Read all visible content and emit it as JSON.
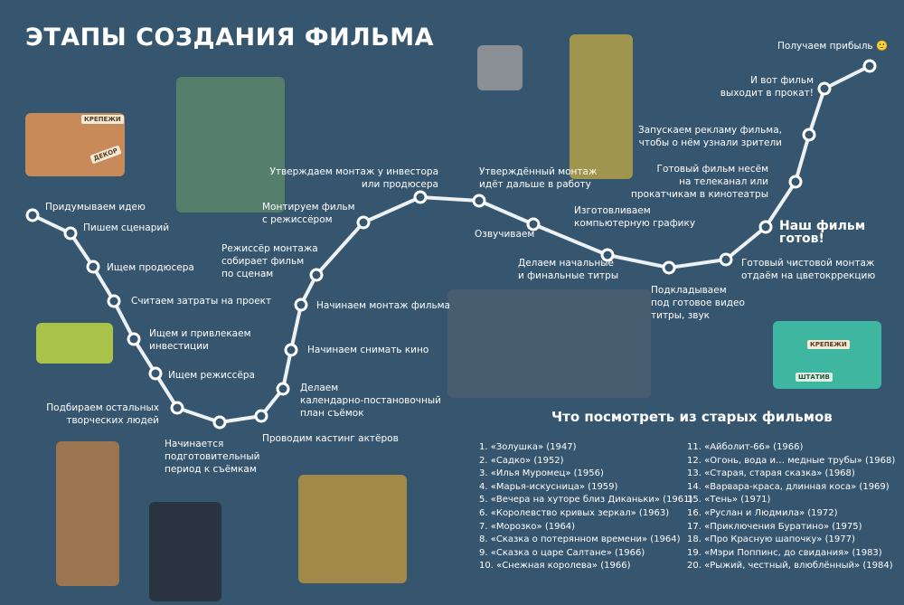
{
  "title": "ЭТАПЫ СОЗДАНИЯ ФИЛЬМА",
  "steps": [
    "Придумываем идею",
    "Пишем сценарий",
    "Ищем продюсера",
    "Считаем затраты на проект",
    "Ищем и привлекаем\nинвестиции",
    "Ищем режиссёра",
    "Подбираем остальных\nтворческих людей",
    "Начинается\nподготовительный\nпериод к съёмкам",
    "Проводим кастинг актёров",
    "Делаем\nкалендарно-постановочный\nплан съёмок",
    "Начинаем снимать кино",
    "Начинаем монтаж фильма",
    "Режиссёр монтажа\nсобирает фильм\nпо сценам",
    "Монтируем фильм\nс режиссёром",
    "Утверждаем монтаж у инвестора\nили продюсера",
    "Утверждённый монтаж\nидёт дальше в работу",
    "Озвучиваем",
    "Изготовливаем\nкомпьютерную графику",
    "Делаем  начальные\nи финальные титры",
    "Подкладываем\nпод готовое видео\nтитры, звук",
    "Готовый чистовой монтаж\nотдаём на цветокррекцию",
    "Наш фильм готов!",
    "Готовый фильм несём\nна телеканал или\nпрокатчикам в кинотеатры",
    "Запускаем рекламу фильма,\nчтобы о нём  узнали зрители",
    "И вот фильм\nвыходит в прокат!",
    "Получаем прибыль 🙂"
  ],
  "illustration_labels": {
    "box1": "КРЕПЕЖИ",
    "box2": "ДЕКОР",
    "box3": "КРЕПЕЖИ",
    "box4": "ШТАТИВ"
  },
  "films_title": "Что посмотреть из старых фильмов",
  "films_col1": [
    "1. «Золушка» (1947)",
    "2. «Садко» (1952)",
    "3. «Илья Муромец» (1956)",
    "4. «Марья-искусница» (1959)",
    "5. «Вечера на хуторе близ Диканьки» (1961)",
    "6. «Королевство кривых зеркал» (1963)",
    "7. «Морозко» (1964)",
    "8. «Сказка о потерянном времени» (1964)",
    "9. «Сказка о царе Салтане» (1966)",
    "10. «Снежная королева» (1966)"
  ],
  "films_col2": [
    "11. «Айболит-66» (1966)",
    "12. «Огонь, вода и… медные трубы» (1968)",
    "13. «Старая, старая сказка» (1968)",
    "14. «Варвара-краса, длинная коса» (1969)",
    "15. «Тень» (1971)",
    "16. «Руслан и Людмила» (1972)",
    "17. «Приключения Буратино» (1975)",
    "18. «Про Красную шапочку» (1977)",
    "19. «Мэри Поппинс, до свидания» (1983)",
    "20. «Рыжий, честный, влюблённый» (1984)"
  ]
}
